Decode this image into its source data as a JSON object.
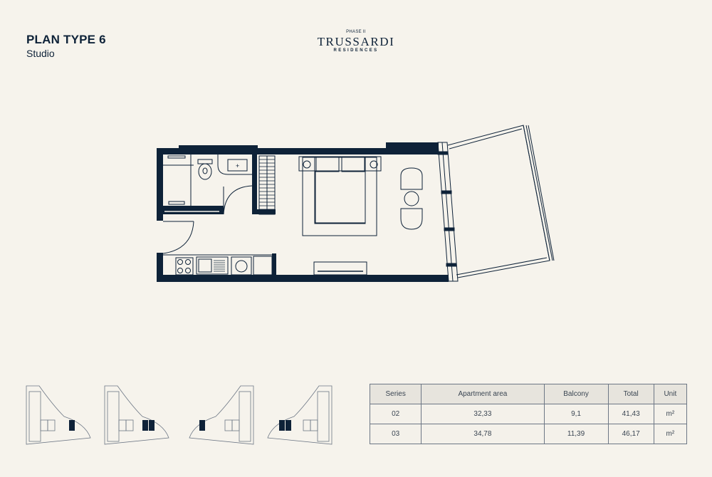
{
  "header": {
    "plan_title": "PLAN TYPE 6",
    "plan_subtitle": "Studio"
  },
  "brand": {
    "phase": "PHASE II",
    "name": "TRUSSARDI",
    "tagline": "RESIDENCES"
  },
  "colors": {
    "background": "#f6f3ec",
    "ink": "#0e2238",
    "table_header_bg": "#e7e4dd"
  },
  "floor_plan": {
    "rooms": [
      "bathroom",
      "entry",
      "kitchenette",
      "wardrobe",
      "bedroom-living",
      "balcony"
    ],
    "fixtures": [
      "toilet",
      "washbasin",
      "shower",
      "hob",
      "sink",
      "washing-machine",
      "double-bed",
      "nightstands",
      "armchairs",
      "side-table",
      "tv-console"
    ]
  },
  "key_plans": [
    {
      "label": "key-plan-series-02-left",
      "highlight": "single"
    },
    {
      "label": "key-plan-series-03-left",
      "highlight": "double"
    },
    {
      "label": "key-plan-series-02-right",
      "highlight": "single"
    },
    {
      "label": "key-plan-series-03-right",
      "highlight": "double"
    }
  ],
  "area_table": {
    "headers": [
      "Series",
      "Apartment area",
      "Balcony",
      "Total",
      "Unit"
    ],
    "rows": [
      [
        "02",
        "32,33",
        "9,1",
        "41,43",
        "m²"
      ],
      [
        "03",
        "34,78",
        "11,39",
        "46,17",
        "m²"
      ]
    ]
  }
}
